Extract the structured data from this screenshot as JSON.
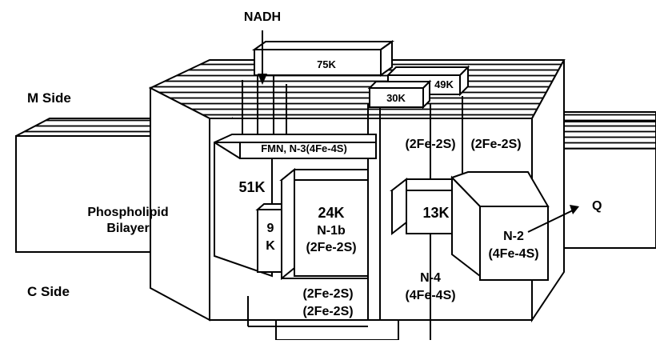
{
  "labels": {
    "nadh": "NADH",
    "m_side": "M Side",
    "c_side": "C Side",
    "phospholipid_line1": "Phospholipid",
    "phospholipid_line2": "Bilayer",
    "q": "Q"
  },
  "subunits": {
    "s75k": "75K",
    "s49k": "49K",
    "s30k": "30K",
    "s51k": "51K",
    "s24k": "24K",
    "s13k": "13K",
    "s9k_line1": "9",
    "s9k_line2": "K"
  },
  "clusters": {
    "fmn": "FMN, N-3(4Fe-4S)",
    "n1b_line1": "N-1b",
    "n1b_line2": "(2Fe-2S)",
    "fe2s_a": "(2Fe-2S)",
    "fe2s_b": "(2Fe-2S)",
    "fe2s_c": "(2Fe-2S)",
    "fe2s_d": "(2Fe-2S)",
    "n4_line1": "N-4",
    "n4_line2": "(4Fe-4S)",
    "n2_line1": "N-2",
    "n2_line2": "(4Fe-4S)"
  }
}
